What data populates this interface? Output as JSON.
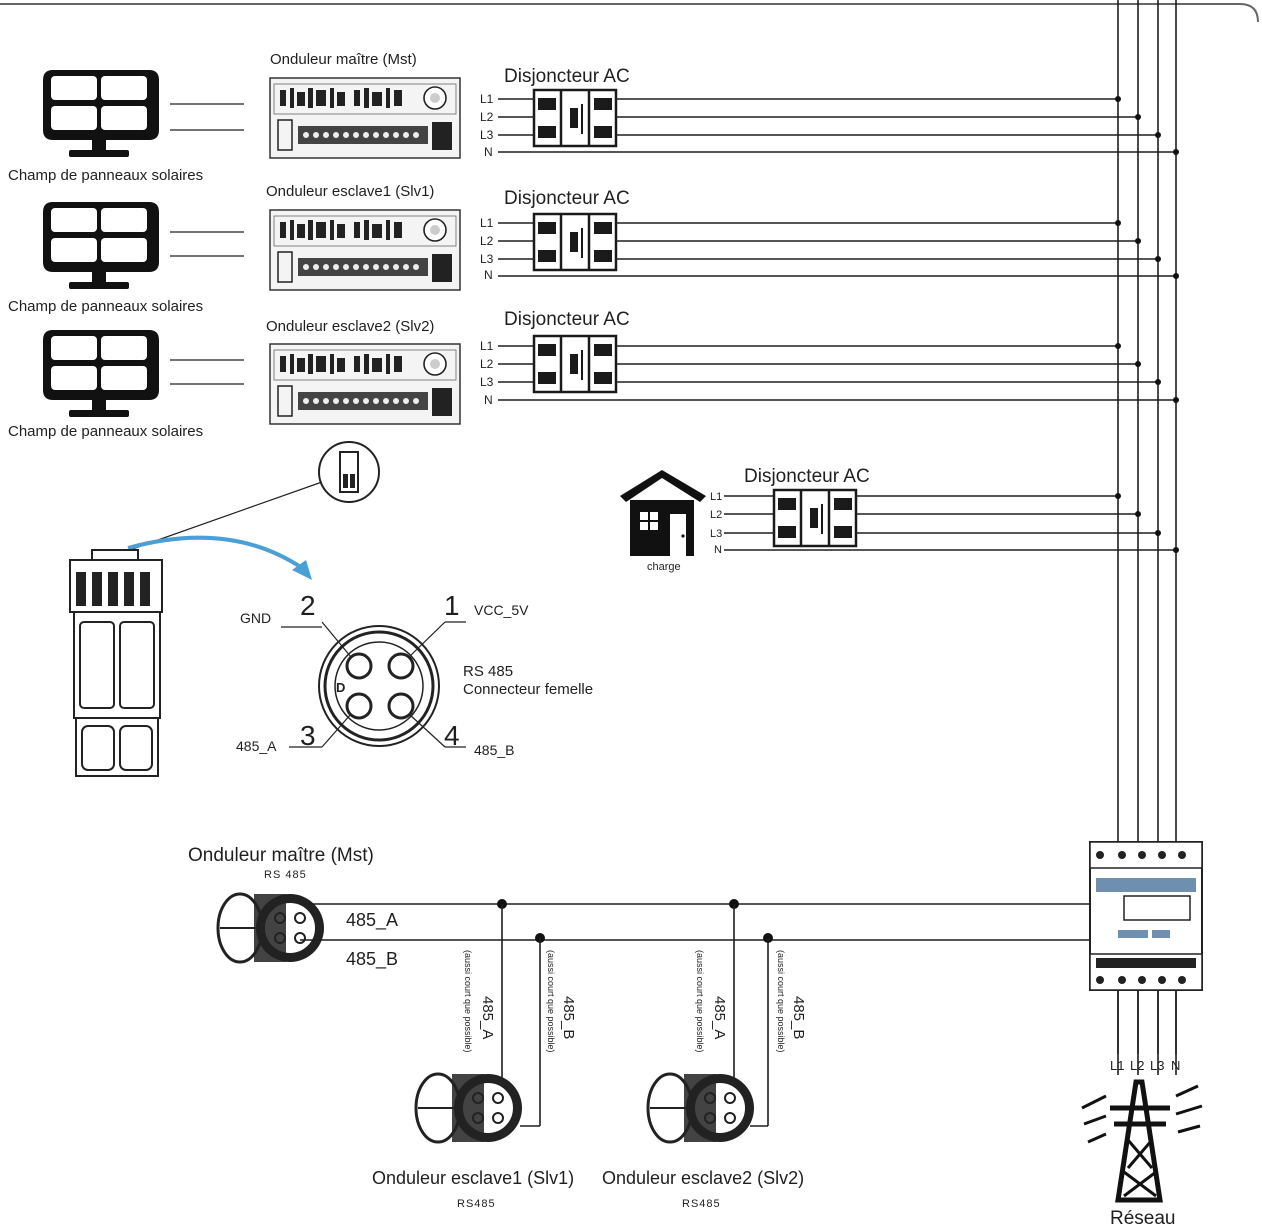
{
  "inverters": [
    {
      "title": "Onduleur maître (Mst)",
      "panel_label": "Champ de panneaux solaires",
      "breaker": "Disjoncteur AC",
      "lines": [
        "L1",
        "L2",
        "L3",
        "N"
      ]
    },
    {
      "title": "Onduleur esclave1 (Slv1)",
      "panel_label": "Champ de panneaux solaires",
      "breaker": "Disjoncteur AC",
      "lines": [
        "L1",
        "L2",
        "L3",
        "N"
      ]
    },
    {
      "title": "Onduleur esclave2 (Slv2)",
      "panel_label": "Champ de panneaux solaires",
      "breaker": "Disjoncteur AC",
      "lines": [
        "L1",
        "L2",
        "L3",
        "N"
      ]
    }
  ],
  "load": {
    "breaker": "Disjoncteur AC",
    "label": "charge",
    "lines": [
      "L1",
      "L2",
      "L3",
      "N"
    ]
  },
  "connector": {
    "pin1": "1",
    "pin1_label": "VCC_5V",
    "pin2": "2",
    "pin2_label": "GND",
    "pin3": "3",
    "pin3_label": "485_A",
    "pin4": "4",
    "pin4_label": "485_B",
    "title_line1": "RS 485",
    "title_line2": "Connecteur femelle"
  },
  "bus": {
    "master_title": "Onduleur maître (Mst)",
    "master_sub": "RS 485",
    "line_a": "485_A",
    "line_b": "485_B",
    "drop_a": "485_A",
    "drop_b": "485_B",
    "drop_note": "(aussi court que possible)",
    "slave1_title": "Onduleur esclave1 (Slv1)",
    "slave1_sub": "RS485",
    "slave2_title": "Onduleur esclave2 (Slv2)",
    "slave2_sub": "RS485"
  },
  "meter": {
    "terminals": [
      "L1",
      "L2",
      "L3",
      "N"
    ]
  },
  "grid": {
    "label": "Réseau"
  }
}
